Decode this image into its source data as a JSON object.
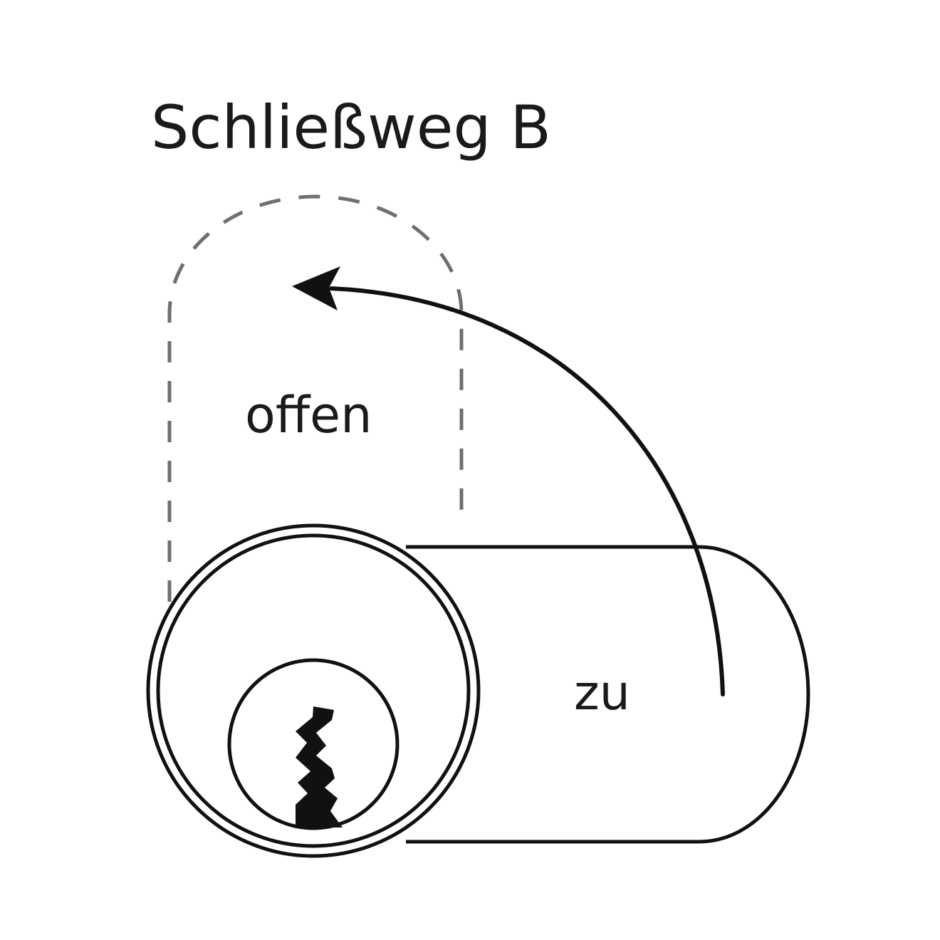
{
  "title": "Schließweg B",
  "labels": {
    "open_position": "offen",
    "closed_position": "zu"
  },
  "colors": {
    "line": "#111111",
    "dashed_outline": "#6b7070",
    "background": "#ffffff"
  }
}
